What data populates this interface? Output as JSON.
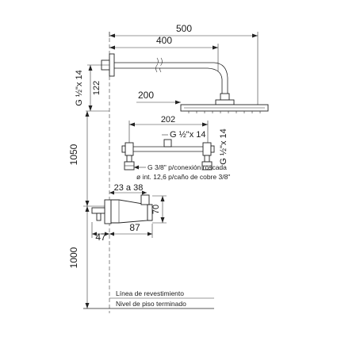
{
  "dimensions": {
    "overall_width": "500",
    "arm_length": "400",
    "head_diameter": "200",
    "total_height": "1050",
    "floor_height": "1000",
    "connector_height": "122",
    "connector_spacing": "202",
    "spout_range": "23 a 38",
    "spout_height": "70",
    "spout_projection": "87",
    "spout_base": "47"
  },
  "threads": {
    "left_vertical": "G ½\"x 14",
    "center": "G ½\"x 14",
    "right_vertical": "G ½\"x 14"
  },
  "notes": {
    "connection": "G 3/8\" p/conexión roscada",
    "copper": "ø int. 12,6 p/caño de cobre 3/8\""
  },
  "reference_lines": {
    "coating": "Línea de revestimiento",
    "floor": "Nivel de piso terminado"
  }
}
